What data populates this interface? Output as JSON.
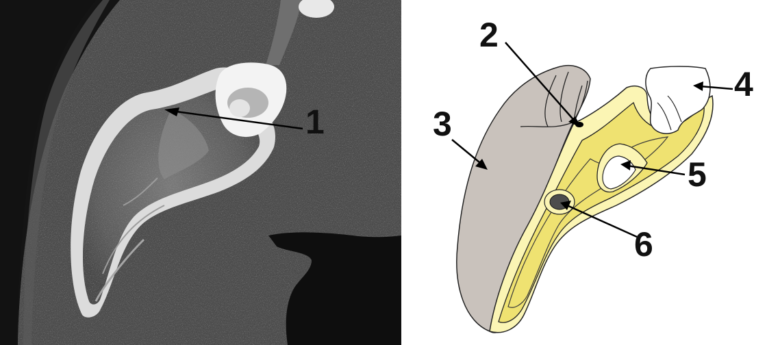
{
  "left_panel": {
    "markers": [
      {
        "label": "1"
      }
    ]
  },
  "right_panel": {
    "markers": [
      {
        "label": "2"
      },
      {
        "label": "3"
      },
      {
        "label": "4"
      },
      {
        "label": "5"
      },
      {
        "label": "6"
      }
    ]
  },
  "colors": {
    "scan_background": "#4d4d4d",
    "scan_dark_border": "#141414",
    "bone_cortex": "#e6e6e6",
    "crown_white": "#f5f5f5",
    "tongue_gray": "#c9c2bc",
    "soft_tissue_yellow": "#fbf5b4",
    "bone_yellow": "#efe271",
    "canal_dark": "#4d4d4d",
    "outline": "#000000"
  }
}
